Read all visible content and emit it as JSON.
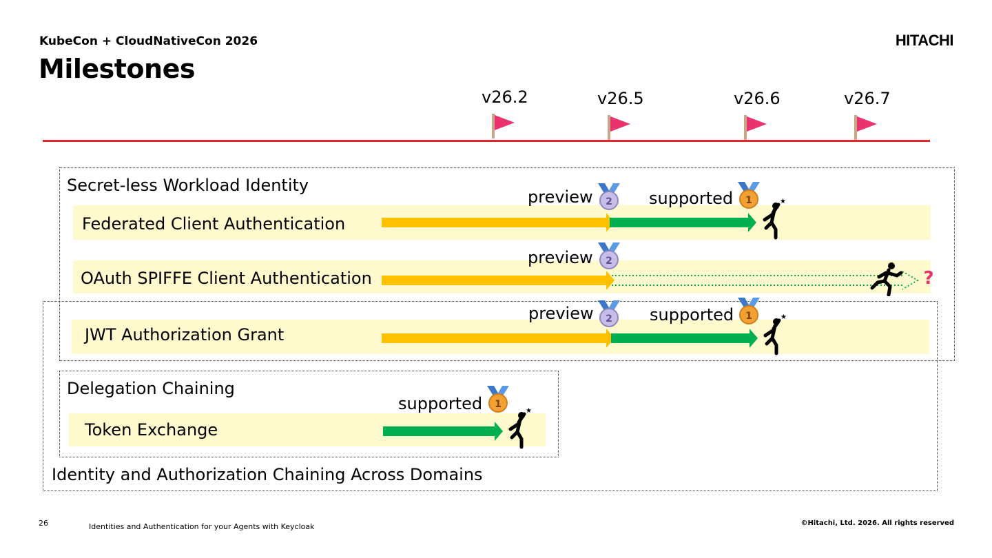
{
  "header": {
    "event": "KubeCon + CloudNativeCon 2026",
    "title": "Milestones",
    "logo": "HITACHI"
  },
  "timeline": {
    "versions": [
      "v26.2",
      "v26.5",
      "v26.6",
      "v26.7"
    ],
    "line_color": "#e3262b",
    "flag_color": "#e8336d"
  },
  "groups": {
    "secretless": "Secret-less Workload Identity",
    "delegation": "Delegation Chaining",
    "cross_domain": "Identity and Authorization Chaining Across Domains"
  },
  "rows": [
    {
      "label": "Federated Client Authentication",
      "preview": "preview",
      "supported": "supported",
      "status": "supported at v26.6"
    },
    {
      "label": "OAuth SPIFFE Client Authentication",
      "preview": "preview",
      "status": "preview at v26.5, future undetermined"
    },
    {
      "label": "JWT Authorization Grant",
      "preview": "preview",
      "supported": "supported",
      "status": "supported at v26.6"
    },
    {
      "label": "Token Exchange",
      "supported": "supported",
      "status": "supported at v26.2"
    }
  ],
  "medals": {
    "first": "1",
    "second": "2"
  },
  "colors": {
    "preview_arrow": "#ffc000",
    "supported_arrow": "#00b050",
    "band": "#fffacd",
    "question": "#e8336d"
  },
  "icons": [
    "flag-icon",
    "medal-first-icon",
    "medal-second-icon",
    "cheering-person-icon",
    "running-person-icon",
    "question-mark-icon"
  ],
  "footer": {
    "page": "26",
    "talk": "Identities and Authentication for your Agents with Keycloak",
    "copyright": "©Hitachi, Ltd. 2026. All rights reserved"
  }
}
